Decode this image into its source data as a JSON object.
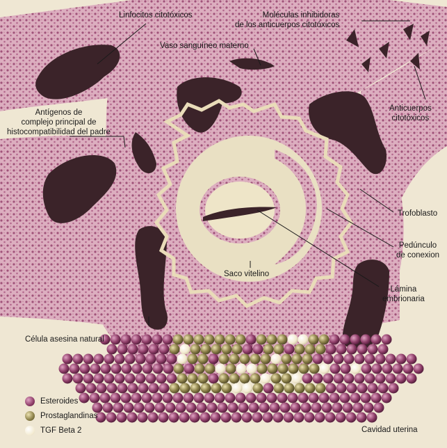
{
  "labels": {
    "linfocitos": "Linfocitos citotóxicos",
    "moleculas": "Moléculas inhibidoras\nde los anticuerpos citotóxicos",
    "vaso": "Vaso sanguíneo materno",
    "antigenos": "Antígenos de\ncomplejo principal de\nhistocompatibilidad del padre",
    "anticuerpos": "Anticuerpos\ncitotóxicos",
    "trofoblasto": "Trofoblasto",
    "pedunculo": "Pedúnculo\nde conexion",
    "saco": "Saco vitelino",
    "lamina": "Lámina\nembrionaria",
    "celula": "Célula asesina natural",
    "cavidad": "Cavidad uterina"
  },
  "legend": [
    {
      "label": "Esteroides",
      "color": "#8e3d68"
    },
    {
      "label": "Prostaglandinas",
      "color": "#8a7f48"
    },
    {
      "label": "TGF Beta 2",
      "color": "#f4edcf"
    }
  ],
  "colors": {
    "background": "#efe7d3",
    "tissue": "#d9a9bc",
    "tissue_dots": "#9b4f77",
    "vessel": "#3b2329",
    "inner": "#e9e0c3"
  }
}
